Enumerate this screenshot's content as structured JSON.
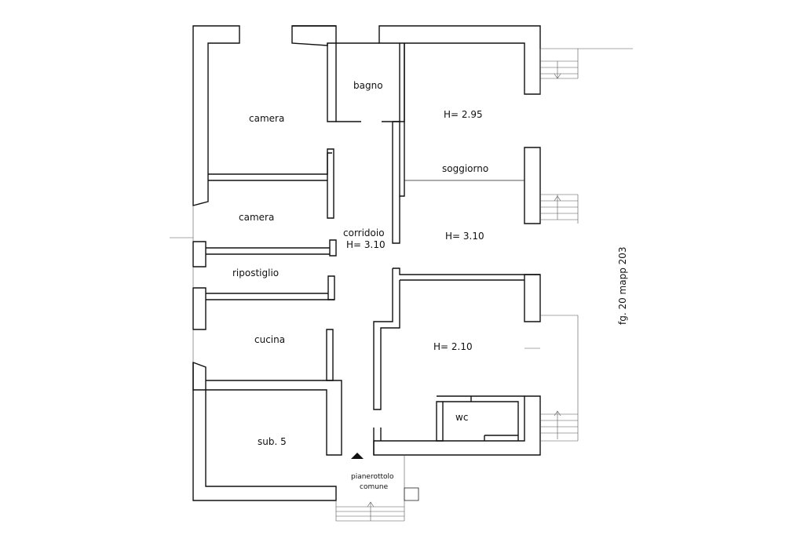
{
  "rooms": {
    "camera_1": "camera",
    "bagno": "bagno",
    "h_295": "H= 2.95",
    "soggiorno": "soggiorno",
    "camera_2": "camera",
    "corridoio": "corridoio",
    "corridoio_h": "H= 3.10",
    "h_310": "H= 3.10",
    "ripostiglio": "ripostiglio",
    "cucina": "cucina",
    "h_210": "H= 2.10",
    "wc": "wc",
    "sub5": "sub. 5",
    "pianerottolo_1": "pianerottolo",
    "pianerottolo_2": "comune"
  },
  "reference": "fg. 20 mapp 203",
  "colors": {
    "line": "#111111",
    "background": "#ffffff"
  }
}
